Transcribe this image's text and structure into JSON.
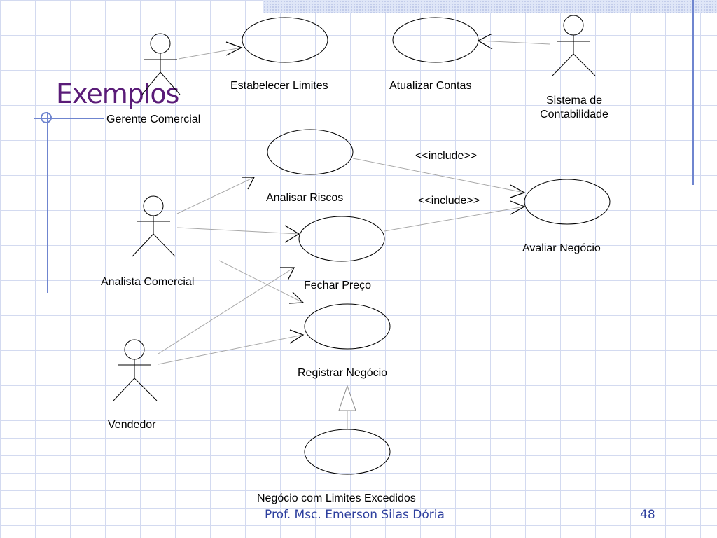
{
  "slide": {
    "title": "Exemplos",
    "author": "Prof. Msc. Emerson Silas Dória",
    "page_number": "48"
  },
  "actors": {
    "gerente": "Gerente Comercial",
    "sistema_line1": "Sistema de",
    "sistema_line2": "Contabilidade",
    "analista": "Analista Comercial",
    "vendedor": "Vendedor"
  },
  "use_cases": {
    "estabelecer": "Estabelecer Limites",
    "atualizar": "Atualizar Contas",
    "analisar": "Analisar Riscos",
    "avaliar": "Avaliar Negócio",
    "fechar": "Fechar Preço",
    "registrar": "Registrar Negócio",
    "limites_excedidos": "Negócio com Limites Excedidos"
  },
  "relations": {
    "include_1": "<<include>>",
    "include_2": "<<include>>"
  }
}
